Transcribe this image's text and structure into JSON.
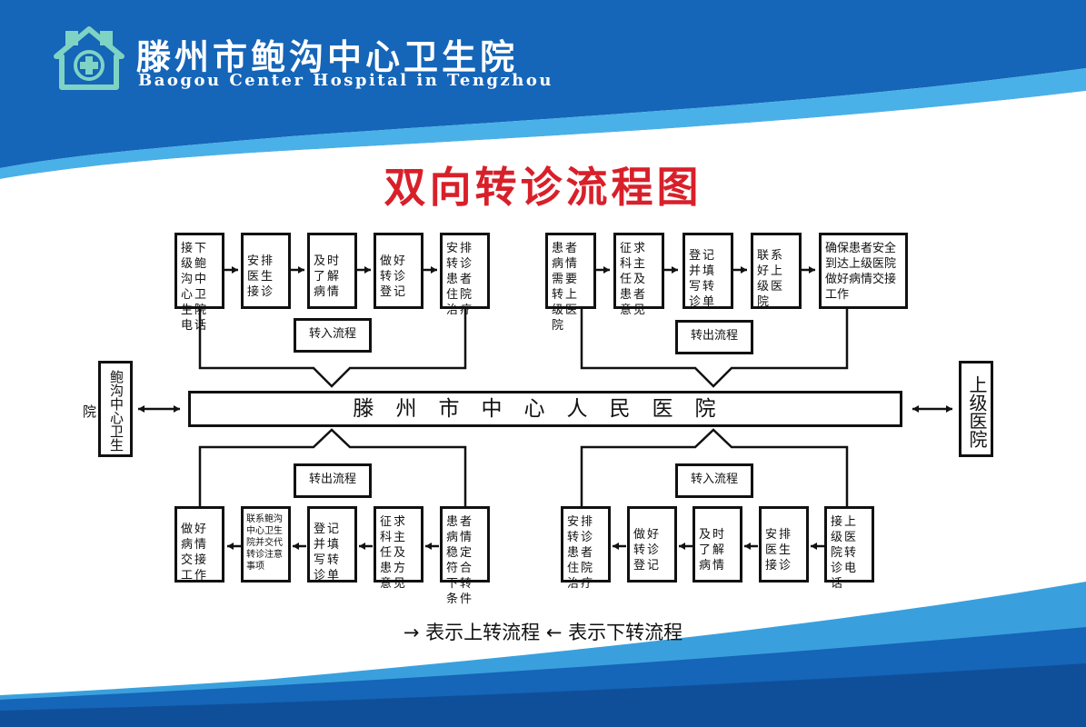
{
  "header": {
    "hospital_name_cn": "滕州市鲍沟中心卫生院",
    "hospital_name_en": "Baogou Center Hospital in Tengzhou",
    "logo_icon": "hospital-cross-logo-icon"
  },
  "title": "双向转诊流程图",
  "center_hospital": "滕州市中心人民医院",
  "left_node": "鲍沟中心卫生院",
  "right_node": "上级医院",
  "top_left_flow": {
    "label": "转入流程",
    "steps": [
      "接下级鲍沟中心卫生院电话",
      "安排医生接诊",
      "及时了解病情",
      "做好转诊登记",
      "安排转诊患者住院治疗"
    ]
  },
  "top_right_flow": {
    "label": "转出流程",
    "steps": [
      "患者病情需要转上级医院",
      "征求科主任及患者意见",
      "登记并填写转诊单",
      "联系好上级医院",
      "确保患者安全到达上级医院做好病情交接工作"
    ]
  },
  "bottom_left_flow": {
    "label": "转出流程",
    "steps": [
      "做好病情交接工作",
      "联系鲍沟中心卫生院并交代转诊注意事项",
      "登记并填写转诊单",
      "征求科主任及患方意见",
      "患者病情稳定符合下转条件"
    ]
  },
  "bottom_right_flow": {
    "label": "转入流程",
    "steps": [
      "安排转诊患者住院治疗",
      "做好转诊登记",
      "及时了解病情",
      "安排医生接诊",
      "接上级医院转诊电话"
    ]
  },
  "legend": {
    "up_arrow": "→",
    "up_text": "表示上转流程",
    "down_arrow": "←",
    "down_text": "表示下转流程"
  },
  "colors": {
    "title_red": "#d8202a",
    "header_blue": "#1565b8",
    "light_blue": "#3aa0dd"
  }
}
